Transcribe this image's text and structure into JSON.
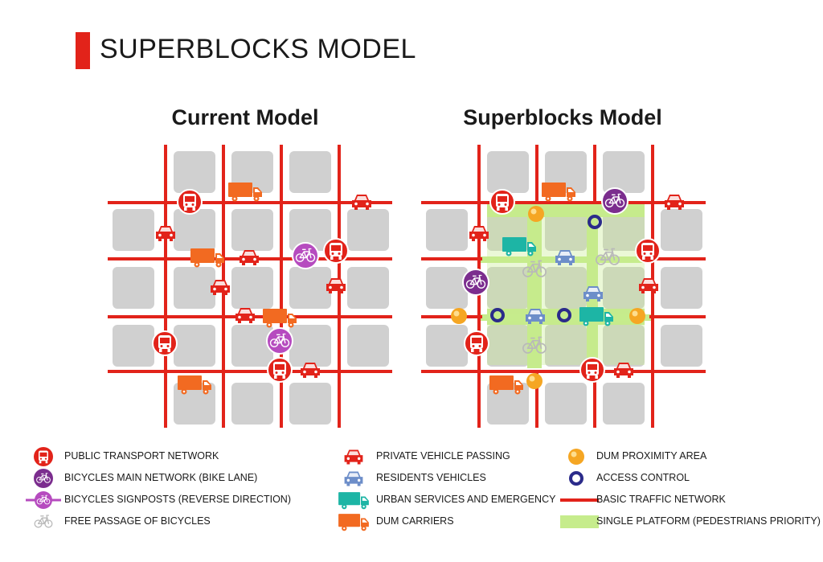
{
  "title": "SUPERBLOCKS MODEL",
  "panels": {
    "current": {
      "title": "Current Model"
    },
    "superblocks": {
      "title": "Superblocks Model"
    }
  },
  "colors": {
    "red": "#e2231a",
    "purple": "#7b2d8e",
    "magenta": "#b64bbf",
    "orange": "#f26a21",
    "teal": "#1db5a5",
    "blue": "#6d8ec9",
    "green_platform": "#c6ec8c",
    "yellow_dum": "#f5a623",
    "navy": "#2b2b8a",
    "block_grey": "#d0d0d0"
  },
  "legend": {
    "col1": [
      {
        "label": "PUBLIC TRANSPORT NETWORK",
        "icon": "bus-icon"
      },
      {
        "label": "BICYCLES MAIN NETWORK (BIKE LANE)",
        "icon": "bike-lane-icon"
      },
      {
        "label": "BICYCLES SIGNPOSTS (REVERSE DIRECTION)",
        "icon": "bike-signpost-icon"
      },
      {
        "label": "FREE PASSAGE OF BICYCLES",
        "icon": "bicycle-outline-icon"
      }
    ],
    "col2": [
      {
        "label": "PRIVATE VEHICLE PASSING",
        "icon": "red-car-icon"
      },
      {
        "label": "RESIDENTS VEHICLES",
        "icon": "blue-car-icon"
      },
      {
        "label": "URBAN SERVICES AND EMERGENCY",
        "icon": "teal-truck-icon"
      },
      {
        "label": "DUM CARRIERS",
        "icon": "orange-truck-icon"
      }
    ],
    "col3": [
      {
        "label": "DUM PROXIMITY AREA",
        "icon": "dum-proximity-icon"
      },
      {
        "label": "ACCESS CONTROL",
        "icon": "access-control-icon"
      },
      {
        "label": "BASIC TRAFFIC NETWORK",
        "icon": "traffic-line-icon"
      },
      {
        "label": "SINGLE PLATFORM (PEDESTRIANS PRIORITY)",
        "icon": "platform-icon"
      }
    ]
  }
}
